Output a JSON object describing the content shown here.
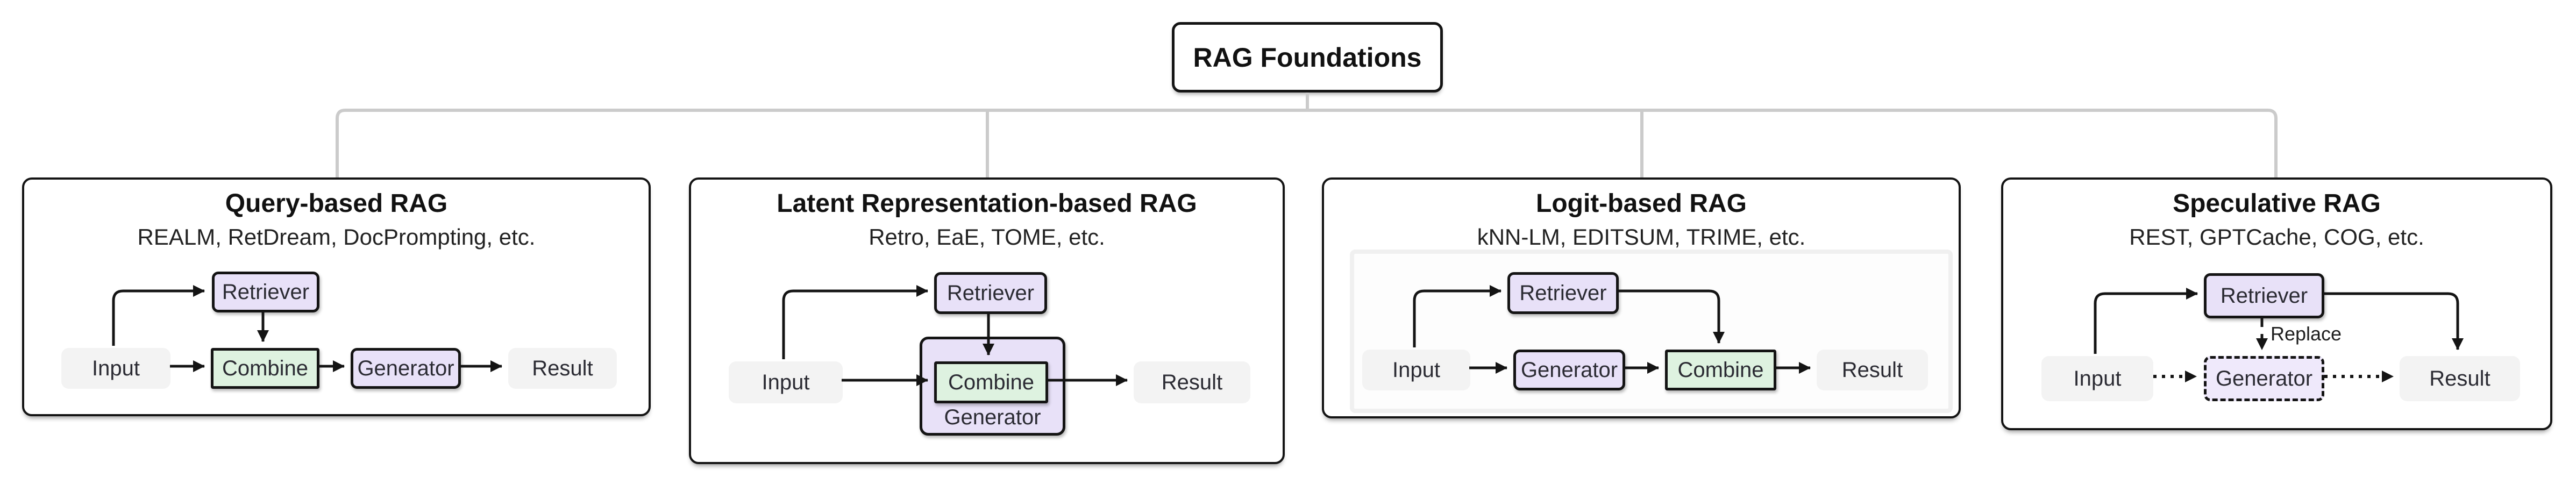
{
  "root": {
    "title": "RAG Foundations"
  },
  "colors": {
    "lavender": "#E8E1F8",
    "lavender_light": "#EFE9FB",
    "green": "#DEF2E0",
    "plain": "#F3F3F3",
    "stroke": "#141414",
    "tree": "#CBCBCB"
  },
  "panels": [
    {
      "title": "Query-based RAG",
      "subtitle": "REALM, RetDream, DocPrompting, etc.",
      "nodes": {
        "input": "Input",
        "retriever": "Retriever",
        "combine": "Combine",
        "generator": "Generator",
        "result": "Result"
      }
    },
    {
      "title": "Latent Representation-based RAG",
      "subtitle": "Retro, EaE, TOME, etc.",
      "nodes": {
        "input": "Input",
        "retriever": "Retriever",
        "combine": "Combine",
        "generator": "Generator",
        "result": "Result"
      }
    },
    {
      "title": "Logit-based RAG",
      "subtitle": "kNN-LM, EDITSUM, TRIME, etc.",
      "nodes": {
        "input": "Input",
        "retriever": "Retriever",
        "generator": "Generator",
        "combine": "Combine",
        "result": "Result"
      }
    },
    {
      "title": "Speculative RAG",
      "subtitle": "REST, GPTCache, COG, etc.",
      "edge_label": "Replace",
      "nodes": {
        "input": "Input",
        "retriever": "Retriever",
        "generator": "Generator",
        "result": "Result"
      }
    }
  ]
}
